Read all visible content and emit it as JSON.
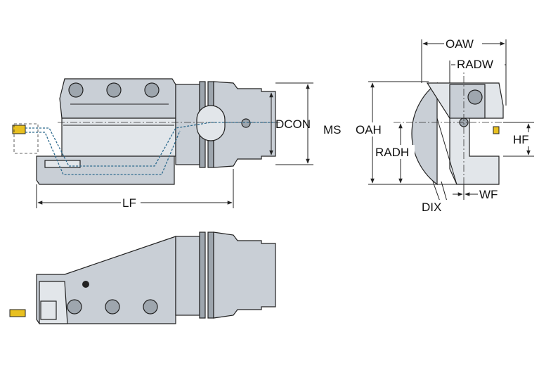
{
  "labels": {
    "dcon": "DCON",
    "ms": "MS",
    "lf": "LF",
    "oaw": "OAW",
    "radw": "RADW",
    "oah": "OAH",
    "radh": "RADH",
    "hf": "HF",
    "dix": "DIX",
    "wf": "WF"
  },
  "colors": {
    "body": "#c9cfd6",
    "insert": "#e8c020",
    "coolant": "#2e6b8e"
  }
}
